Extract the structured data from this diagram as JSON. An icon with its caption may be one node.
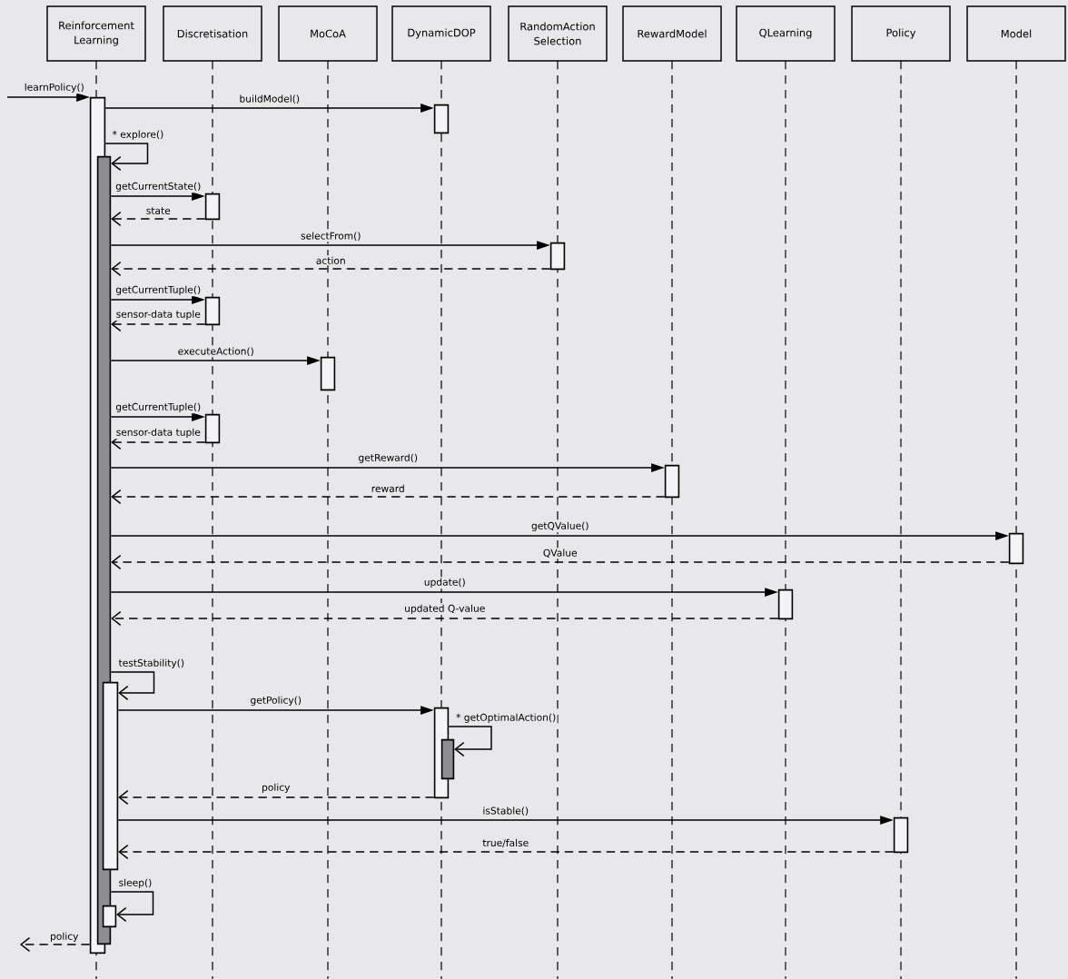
{
  "diagram": {
    "nodes": [
      {
        "text": [
          "Reinforcement Learning"
        ]
      },
      {
        "text": [
          "Discretisation"
        ]
      },
      {
        "text": [
          "MoCoA"
        ]
      },
      {
        "text": [
          "DynamicDOP"
        ]
      },
      {
        "text": [
          "RandomAction Selection"
        ]
      },
      {
        "text": [
          "RewardModel"
        ]
      },
      {
        "text": [
          "QLearning"
        ]
      },
      {
        "text": [
          "Policy"
        ]
      },
      {
        "text": [
          "Model"
        ]
      },
      {
        "text": [],
        "shape": "bar"
      },
      {
        "text": [],
        "shape": "bar"
      },
      {
        "text": [],
        "shape": "bar"
      },
      {
        "text": [],
        "shape": "bar"
      },
      {
        "text": [],
        "shape": "bar"
      },
      {
        "text": [],
        "shape": "bar"
      },
      {
        "text": [],
        "shape": "bar"
      },
      {
        "text": [],
        "shape": "bar"
      },
      {
        "text": [],
        "shape": "bar"
      },
      {
        "text": [],
        "shape": "bar"
      },
      {
        "text": [],
        "shape": "bar"
      },
      {
        "text": [],
        "shape": "bar"
      },
      {
        "text": [],
        "shape": "bar"
      },
      {
        "text": [],
        "shape": "bar"
      },
      {
        "text": [],
        "shape": "bar"
      },
      {
        "text": [],
        "shape": "bar"
      }
    ],
    "edges": [
      {
        "from": null,
        "to": 9,
        "arrow": "to",
        "label": "learnPolicy()"
      },
      {
        "from": 9,
        "to": 11,
        "arrow": "to",
        "label": "buildModel()"
      },
      {
        "from": 9,
        "to": 10,
        "arrow": "to",
        "label": "* explore()"
      },
      {
        "from": 10,
        "to": 12,
        "arrow": "to",
        "label": "getCurrentState()"
      },
      {
        "from": 12,
        "to": 10,
        "arrow": "to",
        "label": "state",
        "style": "dashed"
      },
      {
        "from": 10,
        "to": 13,
        "arrow": "to",
        "label": "selectFrom()"
      },
      {
        "from": 13,
        "to": 10,
        "arrow": "to",
        "label": "action",
        "style": "dashed"
      },
      {
        "from": 10,
        "to": 14,
        "arrow": "to",
        "label": "getCurrentTuple()"
      },
      {
        "from": 14,
        "to": 10,
        "arrow": "to",
        "label": "sensor-data tuple",
        "style": "dashed"
      },
      {
        "from": 10,
        "to": 15,
        "arrow": "to",
        "label": "executeAction()"
      },
      {
        "from": 10,
        "to": 16,
        "arrow": "to",
        "label": "getCurrentTuple()"
      },
      {
        "from": 16,
        "to": 10,
        "arrow": "to",
        "label": "sensor-data tuple",
        "style": "dashed"
      },
      {
        "from": 10,
        "to": 17,
        "arrow": "to",
        "label": "getReward()"
      },
      {
        "from": 17,
        "to": 10,
        "arrow": "to",
        "label": "reward",
        "style": "dashed"
      },
      {
        "from": 10,
        "to": 18,
        "arrow": "to",
        "label": "getQValue()"
      },
      {
        "from": 18,
        "to": 10,
        "arrow": "to",
        "label": "QValue",
        "style": "dashed"
      },
      {
        "from": 10,
        "to": 19,
        "arrow": "to",
        "label": "update()"
      },
      {
        "from": 19,
        "to": 10,
        "arrow": "to",
        "label": "updated Q-value",
        "style": "dashed"
      },
      {
        "from": 10,
        "to": 20,
        "arrow": "to",
        "label": "testStability()"
      },
      {
        "from": 20,
        "to": 21,
        "arrow": "to",
        "label": "getPolicy()"
      },
      {
        "from": 21,
        "to": 22,
        "arrow": "to",
        "label": "* getOptimalAction()"
      },
      {
        "from": 21,
        "to": 20,
        "arrow": "to",
        "label": "policy",
        "style": "dashed"
      },
      {
        "from": 20,
        "to": 23,
        "arrow": "to",
        "label": "isStable()"
      },
      {
        "from": 23,
        "to": 20,
        "arrow": "to",
        "label": "true/false",
        "style": "dashed"
      },
      {
        "from": 10,
        "to": 24,
        "arrow": "to",
        "label": "sleep()"
      },
      {
        "from": 9,
        "to": null,
        "arrow": "to",
        "label": "policy",
        "style": "dashed"
      }
    ]
  }
}
